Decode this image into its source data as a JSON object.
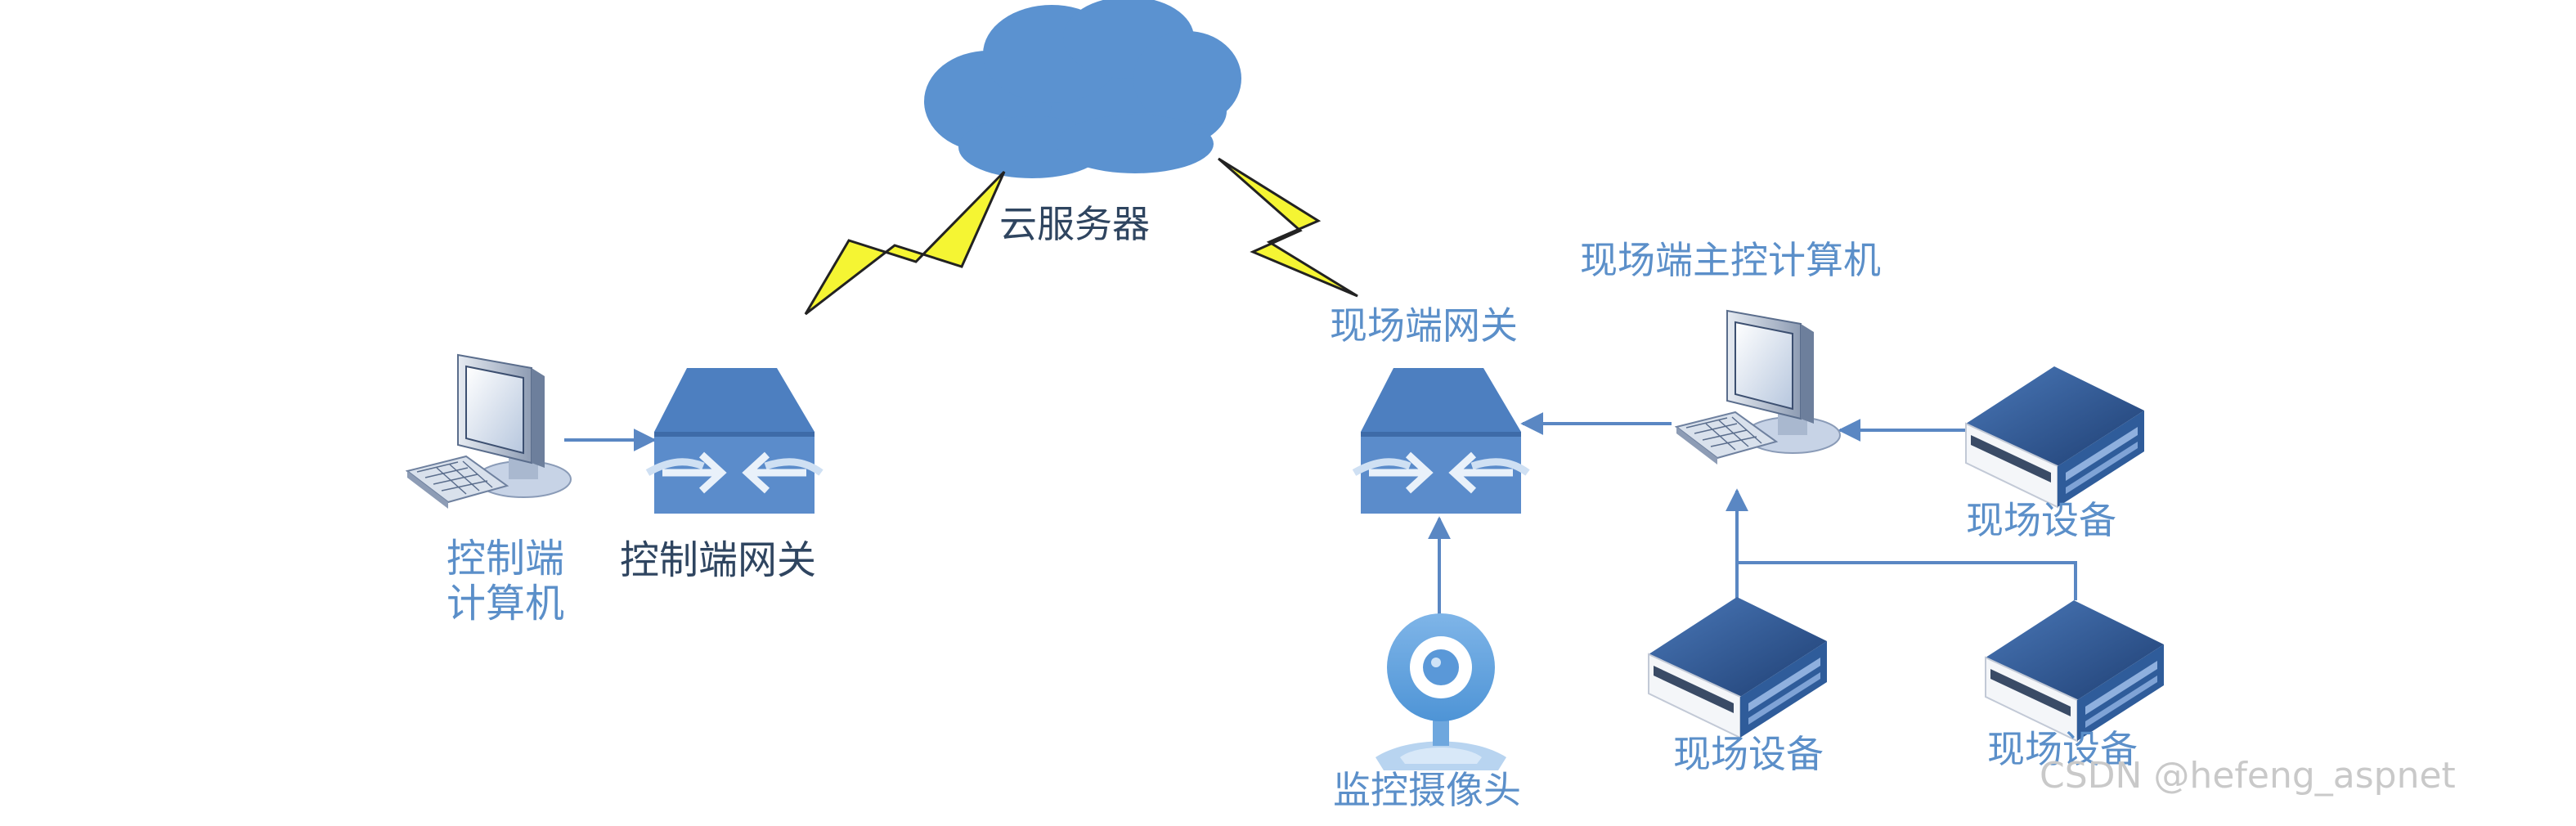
{
  "cloud_server": {
    "label": "云服务器"
  },
  "control_side": {
    "computer_line1": "控制端",
    "computer_line2": "计算机",
    "gateway_label": "控制端网关"
  },
  "site_side": {
    "gateway_label": "现场端网关",
    "main_computer_label": "现场端主控计算机",
    "camera_label": "监控摄像头",
    "device_label_top_right": "现场设备",
    "device_label_bottom_center": "现场设备",
    "device_label_bottom_right": "现场设备"
  },
  "watermark": "CSDN @hefeng_aspnet",
  "colors": {
    "cloud": "#5b92d0",
    "gateway": "#5a8ac8",
    "connector": "#5a87c3",
    "label_blue": "#5b8fc9",
    "label_dark": "#2f4560",
    "lightning": "#f5f533"
  },
  "icons": [
    "cloud-icon",
    "lightning-icon",
    "gateway-icon",
    "computer-icon",
    "server-icon",
    "camera-icon"
  ]
}
